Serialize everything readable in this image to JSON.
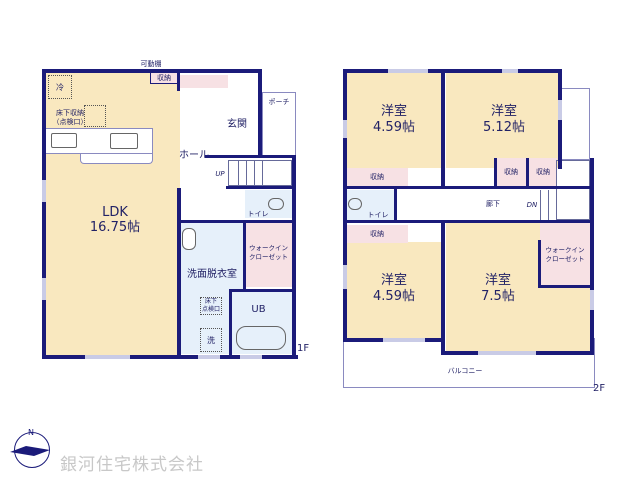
{
  "floor1": {
    "floor_label": "1F",
    "movable_shelf_label": "可動棚",
    "rooms": {
      "ldk": {
        "name": "LDK",
        "size": "16.75帖"
      },
      "fridge": "冷",
      "underfloor_storage": "床下収納\n（点検口）",
      "storage": "収納",
      "entrance": "玄関",
      "porch": "ポーチ",
      "hall": "ホール",
      "stairs_up": "UP",
      "toilet": "トイレ",
      "washroom": "洗面脱衣室",
      "walk_in_closet": "ウォークイン\nクローゼット",
      "underfloor_inspection": "床下\n点検口",
      "bath": "UB",
      "washer": "洗"
    }
  },
  "floor2": {
    "floor_label": "2F",
    "rooms": {
      "western_nw": {
        "name": "洋室",
        "size": "4.59帖"
      },
      "western_ne": {
        "name": "洋室",
        "size": "5.12帖"
      },
      "western_sw": {
        "name": "洋室",
        "size": "4.59帖"
      },
      "western_se": {
        "name": "洋室",
        "size": "7.5帖"
      },
      "storage_nw": "収納",
      "storage_ne1": "収納",
      "storage_ne2": "収納",
      "storage_sw": "収納",
      "corridor": "廊下",
      "stairs_down": "DN",
      "toilet": "トイレ",
      "walk_in_closet": "ウォークイン\nクローゼット",
      "balcony": "バルコニー"
    }
  },
  "footer": {
    "compass": "N",
    "company": "銀河住宅株式会社"
  },
  "colors": {
    "wall": "#1b1b7a",
    "floor": "#f9e8bf",
    "wet_area": "#e6f0fa",
    "storage": "#f7e1e4"
  }
}
